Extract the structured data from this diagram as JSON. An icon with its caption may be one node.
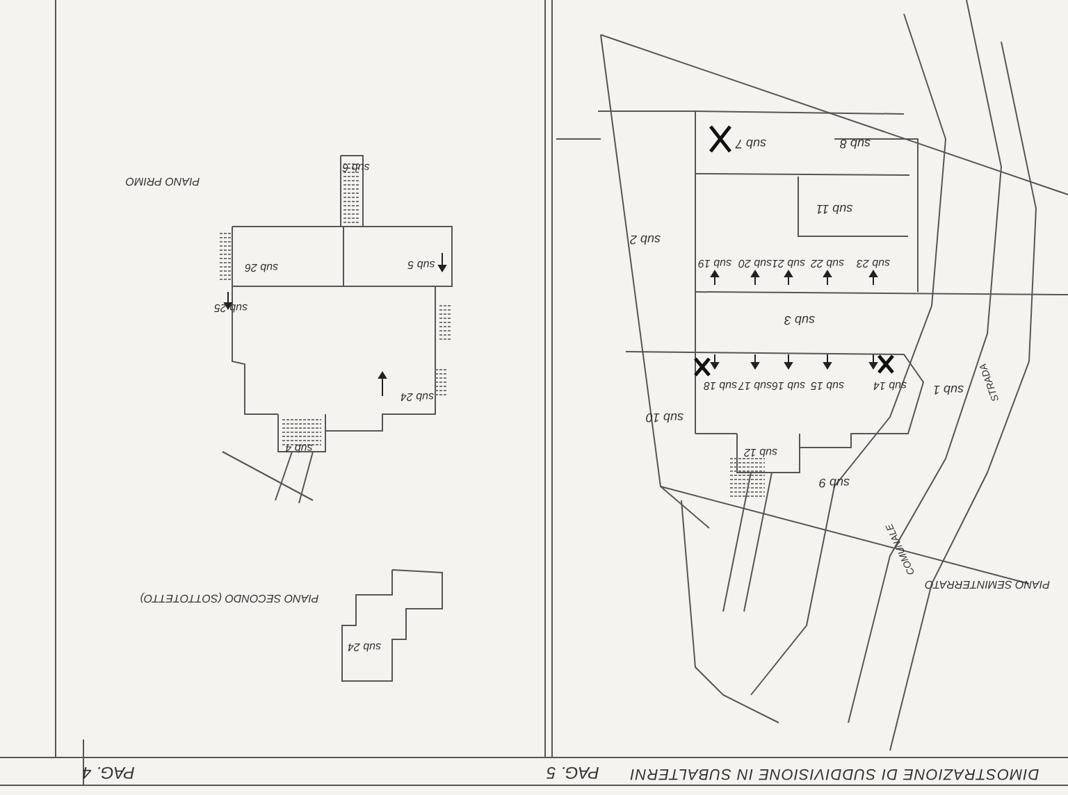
{
  "diagram": {
    "title": "DIMOSTRAZIONE DI SUDDIVISIONE IN SUBALTERNI",
    "labels": [
      "PIANO PRIMO",
      "sub 6",
      "sub 26",
      "sub 5",
      "sub 25",
      "sub 24",
      "sub 4",
      "PIANO SECONDO (SOTTOTETTO)",
      "sub 24",
      "sub 8",
      "sub 11",
      "sub 7",
      "sub 2",
      "sub 19",
      "sub 20",
      "sub 21",
      "sub 22",
      "sub 23",
      "sub 3",
      "sub 18",
      "sub 17",
      "sub 16",
      "sub 15",
      "sub 14",
      "sub 10",
      "sub 12",
      "sub 9",
      "sub 1",
      "STRADA",
      "COMUNALE",
      "PIANO SEMINTERRATO",
      "PAG. 4",
      "PAG. 5"
    ]
  }
}
